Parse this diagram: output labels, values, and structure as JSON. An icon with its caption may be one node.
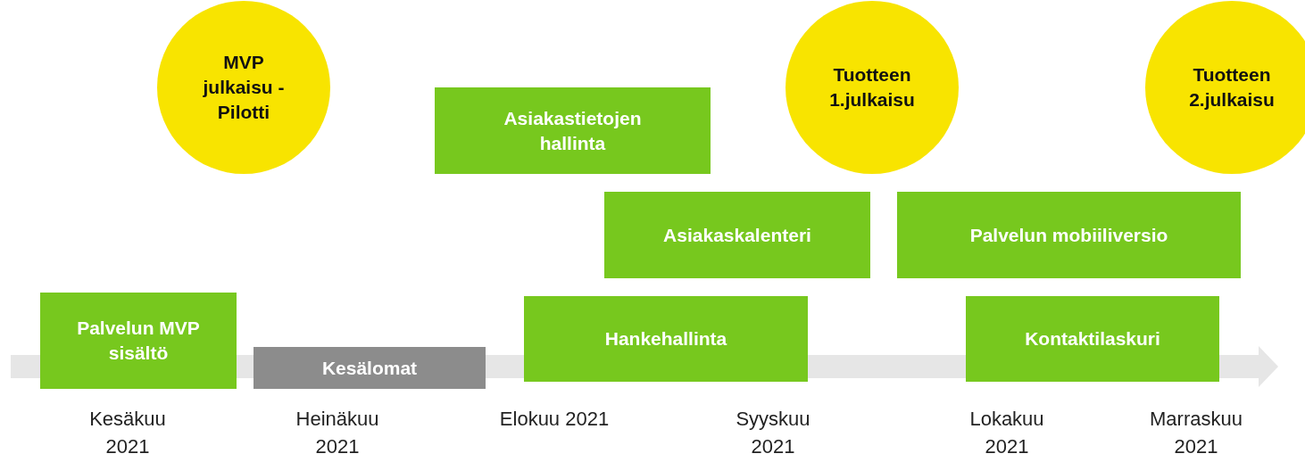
{
  "diagram": {
    "nodes": [
      {
        "text": [
          "MVP julkaisu - Pilotti"
        ]
      },
      {
        "text": [
          "Tuotteen 1.julkaisu"
        ]
      },
      {
        "text": [
          "Tuotteen 2.julkaisu"
        ]
      },
      {
        "text": [
          "Asiakastietojen hallinta"
        ]
      },
      {
        "text": [
          "Asiakaskalenteri"
        ]
      },
      {
        "text": [
          "Palvelun mobiiliversio"
        ]
      },
      {
        "text": [
          "Palvelun MVP sisältö"
        ]
      },
      {
        "text": [
          "Kesälomat"
        ]
      },
      {
        "text": [
          "Hankehallinta"
        ]
      },
      {
        "text": [
          "Kontaktilaskuri"
        ]
      }
    ],
    "labels": [
      "Kesäkuu 2021",
      "Heinäkuu 2021",
      "Elokuu 2021",
      "Syyskuu 2021",
      "Lokakuu 2021",
      "Marraskuu 2021"
    ]
  }
}
